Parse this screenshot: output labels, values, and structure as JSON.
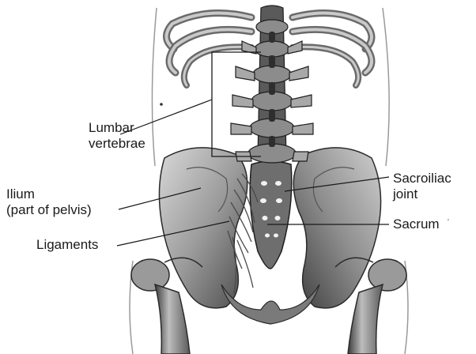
{
  "labels": {
    "lumbar_line1": "Lumbar",
    "lumbar_line2": "vertebrae",
    "ilium_line1": "Ilium",
    "ilium_line2": "(part of pelvis)",
    "ligaments": "Ligaments",
    "sacroiliac_line1": "Sacroiliac",
    "sacroiliac_line2": "joint",
    "sacrum": "Sacrum"
  },
  "colors": {
    "bone_dark": "#3a3a3a",
    "bone_mid": "#8a8a8a",
    "bone_light": "#c8c8c8",
    "body_outline": "#9a9a9a",
    "leader_line": "#1a1a1a"
  }
}
